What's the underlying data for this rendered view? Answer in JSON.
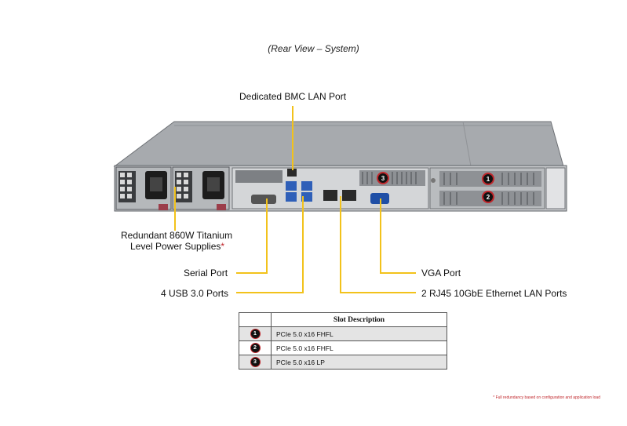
{
  "caption": "(Rear View – System)",
  "callouts": {
    "bmc": "Dedicated BMC LAN Port",
    "psu_line1": "Redundant  860W Titanium",
    "psu_line2": "Level Power Supplies",
    "psu_asterisk": "*",
    "serial": "Serial Port",
    "usb": "4 USB 3.0 Ports",
    "vga": "VGA Port",
    "lan": "2 RJ45 10GbE Ethernet  LAN Ports"
  },
  "slot_badges": [
    "1",
    "2",
    "3"
  ],
  "slot_table": {
    "header": "Slot Description",
    "rows": [
      {
        "num": "1",
        "desc": "PCIe 5.0 x16 FHFL"
      },
      {
        "num": "2",
        "desc": "PCIe 5.0 x16 FHFL"
      },
      {
        "num": "3",
        "desc": "PCIe 5.0 x16 LP"
      }
    ]
  },
  "footnote": "*  Full redundancy based on configuration and application load",
  "colors": {
    "callout_line": "#f2c21b",
    "badge_ring": "#c0262b",
    "chassis": "#8c8f93"
  }
}
